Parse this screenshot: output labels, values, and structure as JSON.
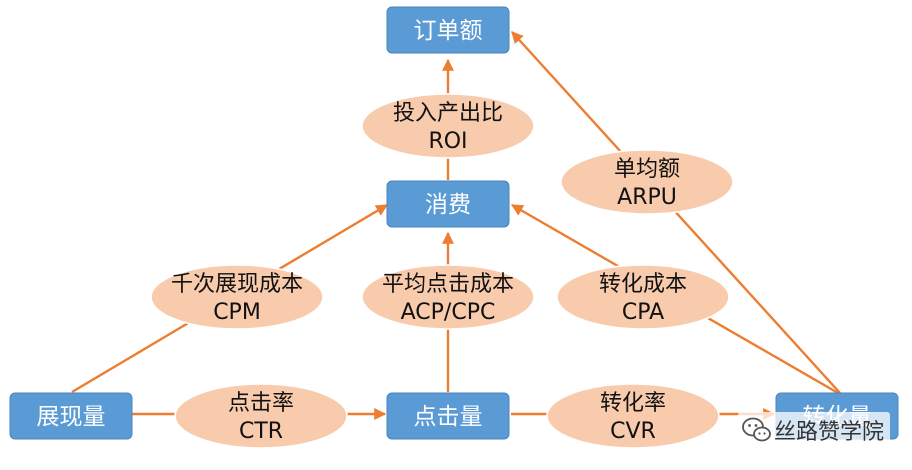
{
  "nodes": {
    "order_amount": "订单额",
    "spend": "消费",
    "impressions": "展现量",
    "clicks": "点击量",
    "conversions": "转化量"
  },
  "metrics": {
    "roi": {
      "name": "投入产出比",
      "abbr": "ROI"
    },
    "arpu": {
      "name": "单均额",
      "abbr": "ARPU"
    },
    "cpm": {
      "name": "千次展现成本",
      "abbr": "CPM"
    },
    "acp": {
      "name": "平均点击成本",
      "abbr": "ACP/CPC"
    },
    "cpa": {
      "name": "转化成本",
      "abbr": "CPA"
    },
    "ctr": {
      "name": "点击率",
      "abbr": "CTR"
    },
    "cvr": {
      "name": "转化率",
      "abbr": "CVR"
    }
  },
  "watermark": {
    "text": "丝路赞学院",
    "icon": "wechat-icon"
  },
  "colors": {
    "box": "#5b9bd5",
    "ellipse": "#f8cbad",
    "arrow": "#ed7d31"
  }
}
